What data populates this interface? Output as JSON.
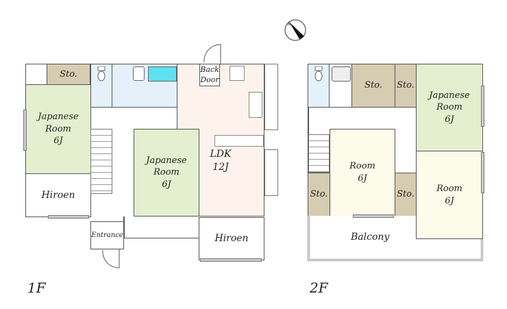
{
  "floor1": {
    "label": "1F",
    "rooms": {
      "storage": "Sto.",
      "japanese_left": [
        "Japanese",
        "Room",
        "6J"
      ],
      "hiroen_left": "Hiroen",
      "japanese_center": [
        "Japanese",
        "Room",
        "6J"
      ],
      "ldk": [
        "LDK",
        "12J"
      ],
      "back_door": [
        "Back",
        "Door"
      ],
      "entrance": "Entrance",
      "hiroen_right": "Hiroen"
    }
  },
  "floor2": {
    "label": "2F",
    "rooms": {
      "storage_1": "Sto.",
      "storage_2": "Sto.",
      "storage_3": "Sto.",
      "storage_4": "Sto.",
      "japanese": [
        "Japanese",
        "Room",
        "6J"
      ],
      "room_left": [
        "Room",
        "6J"
      ],
      "room_right": [
        "Room",
        "6J"
      ],
      "balcony": "Balcony"
    }
  },
  "colors": {
    "storage": "#d6ccb2",
    "tatami": "#e4efcf",
    "wet": "#e4f1fb",
    "ldk": "#fdf3ec",
    "room": "#fdfcea",
    "bathtub": "#5fe0f0"
  }
}
